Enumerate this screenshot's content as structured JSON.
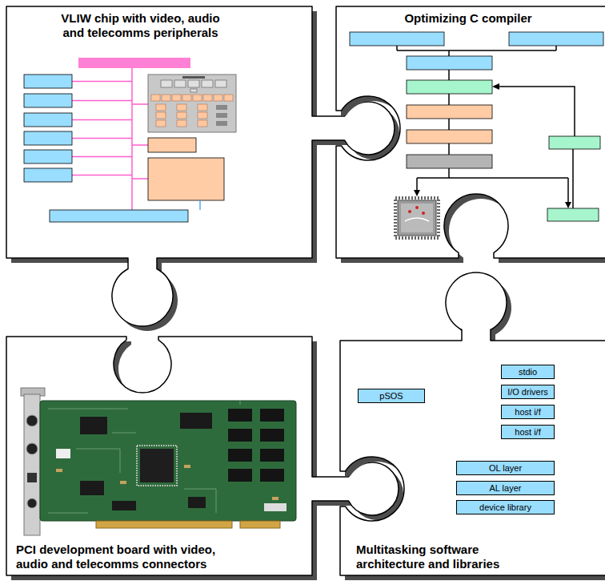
{
  "diagram": {
    "nodes": [
      {
        "text": [
          "VLIW chip with video, audio and telecomms peripherals"
        ]
      },
      {
        "text": [
          "Optimizing C compiler"
        ]
      },
      {
        "text": [
          "PCI development board with video, audio and telecomms connectors"
        ]
      },
      {
        "text": [
          "Multitasking software architecture and libraries"
        ]
      },
      {
        "text": [
          "pSOS"
        ],
        "in": 3
      },
      {
        "text": [
          "stdio"
        ],
        "in": 3
      },
      {
        "text": [
          "I/O drivers"
        ],
        "in": 3
      },
      {
        "text": [
          "host i/f"
        ],
        "in": 3
      },
      {
        "text": [
          "host i/f"
        ],
        "in": 3
      },
      {
        "text": [
          "OL layer"
        ],
        "in": 3
      },
      {
        "text": [
          "AL layer"
        ],
        "in": 3
      },
      {
        "text": [
          "device library"
        ],
        "in": 3
      }
    ]
  }
}
